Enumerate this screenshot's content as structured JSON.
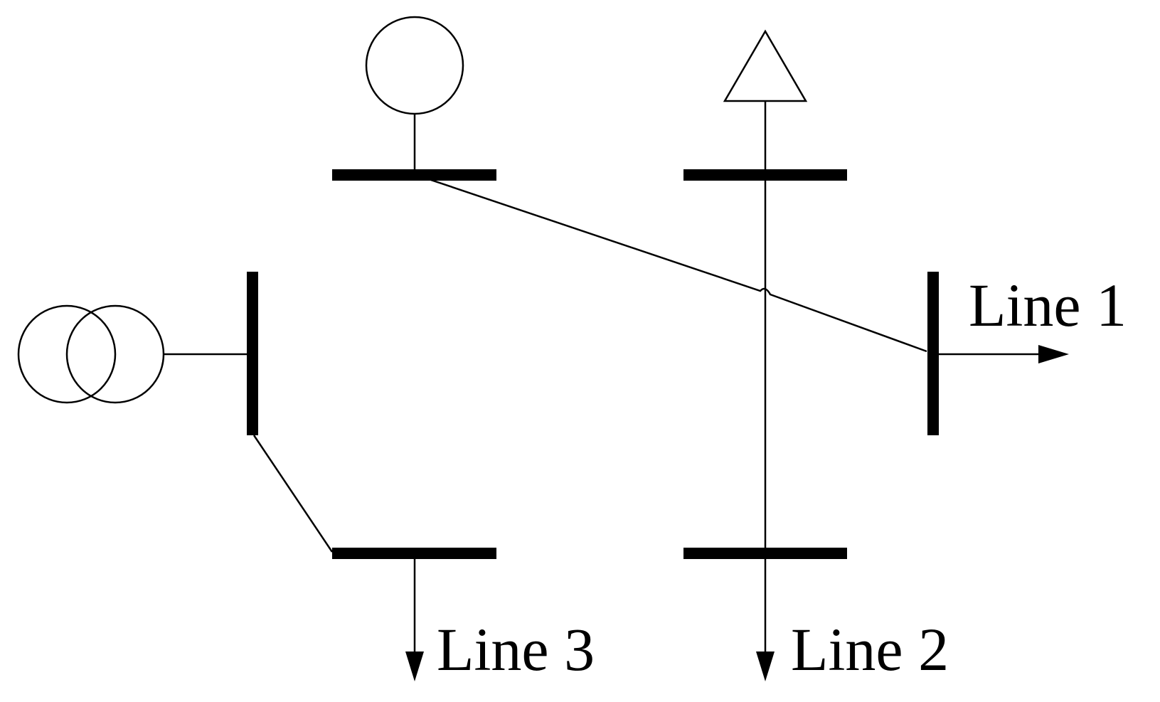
{
  "diagram": {
    "type": "single-line power network diagram",
    "colors": {
      "stroke": "#000000",
      "background": "#ffffff"
    },
    "symbols": {
      "generator": "circle-icon",
      "transformer": "two-winding-transformer-icon",
      "external_grid": "triangle-icon"
    },
    "labels": {
      "line1": "Line 1",
      "line2": "Line 2",
      "line3": "Line 3"
    }
  }
}
